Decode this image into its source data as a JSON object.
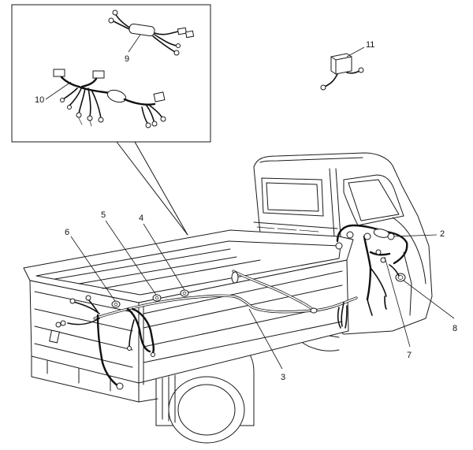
{
  "callouts": {
    "c1": "2",
    "c2": "3",
    "c3": "4",
    "c4": "5",
    "c5": "6",
    "c6": "7",
    "c7": "8",
    "c8": "9",
    "c9": "10",
    "c10": "11"
  }
}
